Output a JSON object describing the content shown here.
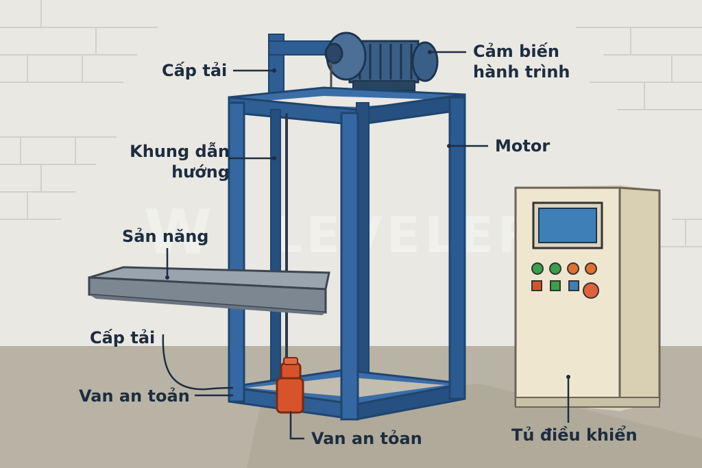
{
  "watermark": "LEVELER",
  "labels": {
    "cap_tai_top": "Cấp tải",
    "cam_bien": "Cảm biến hành trình",
    "khung_dan_huong": "Khung dẫn hướng",
    "motor": "Motor",
    "san_nang": "Sản năng",
    "cap_tai_bottom": "Cấp tải",
    "van_an_toan_left": "Van an toản",
    "van_an_toan_bottom": "Van an tỏan",
    "tu_dieu_khien": "Tủ điều khiển"
  },
  "colors": {
    "frame": "#2f5e94",
    "frame_dark": "#1f456f",
    "platform": "#8f9aa5",
    "valve": "#d7542a",
    "cabinet": "#efe6cf",
    "screen": "#3f7fb7",
    "wall": "#e9e8e3",
    "floor": "#b9b3a5",
    "label": "#1e2d3f"
  },
  "control_panel": {
    "buttons_row1": [
      "green",
      "green",
      "orange",
      "orange"
    ],
    "buttons_row2": [
      "red-square",
      "green-square",
      "blue-square",
      "red-round"
    ]
  }
}
